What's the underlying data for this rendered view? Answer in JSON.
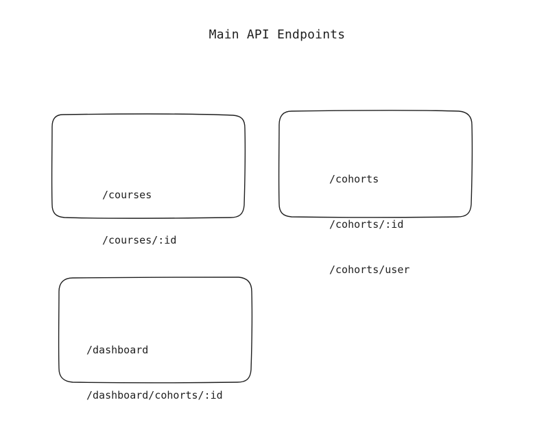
{
  "diagram": {
    "title": "Main API Endpoints",
    "boxes": [
      {
        "id": "courses",
        "lines": [
          "/courses",
          "/courses/:id"
        ]
      },
      {
        "id": "cohorts",
        "lines": [
          "/cohorts",
          "/cohorts/:id",
          "/cohorts/user"
        ]
      },
      {
        "id": "dashboard",
        "lines": [
          "/dashboard",
          "/dashboard/cohorts/:id"
        ]
      }
    ],
    "stroke_color": "#1e1e1e",
    "background_color": "#ffffff"
  }
}
